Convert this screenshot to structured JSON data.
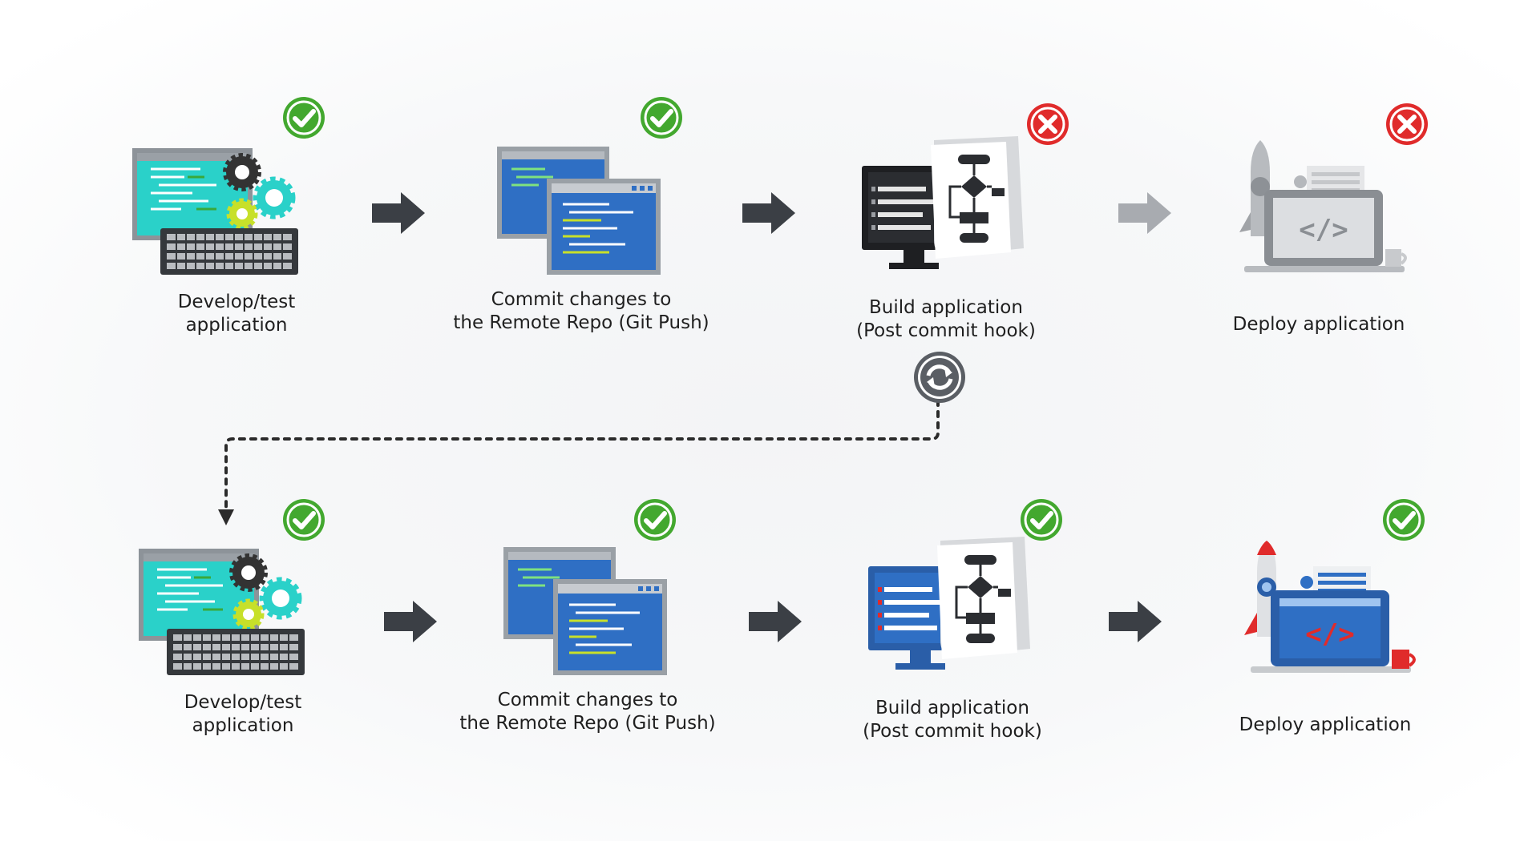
{
  "rows": [
    {
      "steps": [
        {
          "line1": "Develop/test",
          "line2": "application",
          "status": "success"
        },
        {
          "line1": "Commit changes to",
          "line2": "the Remote Repo (Git Push)",
          "status": "success"
        },
        {
          "line1": "Build application",
          "line2": "(Post commit hook)",
          "status": "failure"
        },
        {
          "line1": "Deploy application",
          "line2": "",
          "status": "failure"
        }
      ]
    },
    {
      "steps": [
        {
          "line1": "Develop/test",
          "line2": "application",
          "status": "success"
        },
        {
          "line1": "Commit changes to",
          "line2": "the Remote Repo (Git Push)",
          "status": "success"
        },
        {
          "line1": "Build application",
          "line2": "(Post commit hook)",
          "status": "success"
        },
        {
          "line1": "Deploy application",
          "line2": "",
          "status": "success"
        }
      ]
    }
  ],
  "icons": {
    "success": "check-circle-icon",
    "failure": "x-circle-icon",
    "retry": "refresh-icon"
  },
  "colors": {
    "success": "#43a82f",
    "failure": "#e02b2b",
    "arrow": "#3b3f45",
    "arrow_disabled": "#a8abb0",
    "screen_teal": "#2ad1c9",
    "screen_blue": "#2f6fc4",
    "accent_red": "#e02b2b"
  }
}
